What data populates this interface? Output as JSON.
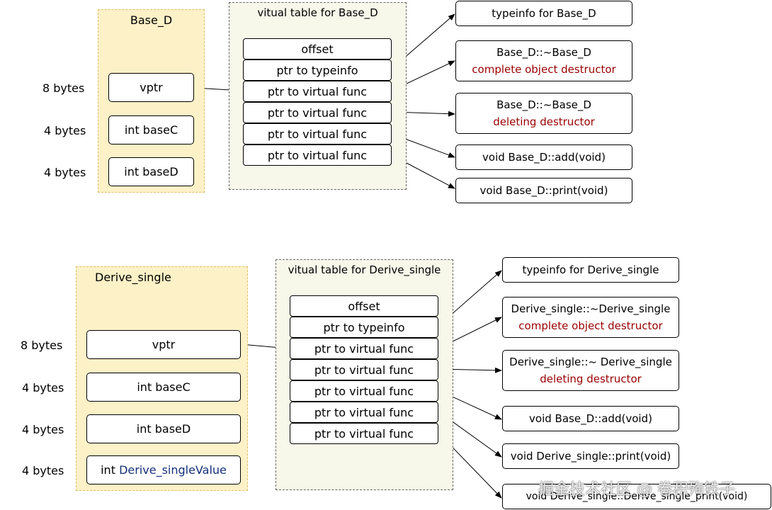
{
  "top": {
    "object": {
      "title": "Base_D",
      "fields": [
        {
          "size": "8 bytes",
          "label": "vptr"
        },
        {
          "size": "4 bytes",
          "label": "int baseC"
        },
        {
          "size": "4 bytes",
          "label": "int baseD"
        }
      ]
    },
    "vtable": {
      "title": "vitual table for Base_D",
      "cells": [
        "offset",
        "ptr to typeinfo",
        "ptr to virtual func",
        "ptr to virtual func",
        "ptr to virtual func",
        "ptr to virtual func"
      ]
    },
    "targets": [
      {
        "line1": "typeinfo for Base_D",
        "line2": ""
      },
      {
        "line1": "Base_D::~Base_D",
        "line2": "complete object destructor"
      },
      {
        "line1": "Base_D::~Base_D",
        "line2": "deleting destructor"
      },
      {
        "line1": "void Base_D::add(void)",
        "line2": ""
      },
      {
        "line1": "void Base_D::print(void)",
        "line2": ""
      }
    ]
  },
  "bottom": {
    "object": {
      "title": "Derive_single",
      "fields": [
        {
          "size": "8 bytes",
          "label": "vptr"
        },
        {
          "size": "4 bytes",
          "label": "int baseC"
        },
        {
          "size": "4 bytes",
          "label": "int baseD"
        },
        {
          "size": "4 bytes",
          "label_prefix": "int ",
          "label_highlight": "Derive_singleValue"
        }
      ]
    },
    "vtable": {
      "title": "vitual table for Derive_single",
      "cells": [
        "offset",
        "ptr to typeinfo",
        "ptr to virtual func",
        "ptr to virtual func",
        "ptr to virtual func",
        "ptr to virtual func",
        "ptr to virtual func"
      ]
    },
    "targets": [
      {
        "line1": "typeinfo for Derive_single",
        "line2": ""
      },
      {
        "line1": "Derive_single::~Derive_single",
        "line2": "complete object destructor"
      },
      {
        "line1": "Derive_single::~ Derive_single",
        "line2": "deleting destructor"
      },
      {
        "line1": "void Base_D::add(void)",
        "line2": ""
      },
      {
        "line1": "void Derive_single::print(void)",
        "line2": ""
      },
      {
        "line1": "void Derive_single::Derive_single_print(void)",
        "line2": ""
      }
    ]
  },
  "watermark": "掘金技术社区 @ 卷积殉铁子",
  "colors": {
    "object_bg": "#fdf1c8",
    "vtable_bg": "#f7f7ea",
    "destructor_red": "#990000",
    "field_blue": "#14307a"
  }
}
